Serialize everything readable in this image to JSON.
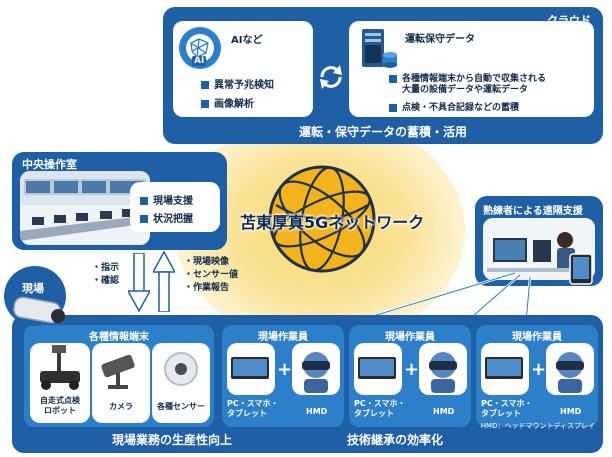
{
  "cloud": {
    "title": "クラウド",
    "ai_badge": "AI",
    "ai_heading": "AIなど",
    "ai_items": [
      "異常予兆検知",
      "画像解析"
    ],
    "data_heading": "運転保守データ",
    "data_items": [
      "各種情報端末から自動で収集される\n大量の設備データや運転データ",
      "点検・不具合記録などの蓄積"
    ],
    "caption": "運転・保守データの蓄積・活用"
  },
  "center": {
    "title": "苫東厚真5Gネットワーク"
  },
  "control_room": {
    "title": "中央操作室",
    "items": [
      "現場支援",
      "状況把握"
    ]
  },
  "site": {
    "badge": "現場",
    "down_list": [
      "指示",
      "確認"
    ],
    "up_list": [
      "現場映像",
      "センサー値",
      "作業報告"
    ],
    "terminals_heading": "各種情報端末",
    "terminals": [
      "自走式点検\nロボット",
      "カメラ",
      "各種センサー"
    ],
    "caption_left": "現場業務の生産性向上",
    "caption_right": "技術継承の効率化"
  },
  "remote": {
    "title": "熟練者による遠隔支援"
  },
  "workers": [
    {
      "title": "現場作業員",
      "device_label": "PC・スマホ・\nタブレット",
      "hmd_label": "HMD"
    },
    {
      "title": "現場作業員",
      "device_label": "PC・スマホ・\nタブレット",
      "hmd_label": "HMD"
    },
    {
      "title": "現場作業員",
      "device_label": "PC・スマホ・\nタブレット",
      "hmd_label": "HMD"
    }
  ],
  "footnote": "HMD：ヘッドマウントディスプレイ",
  "colors": {
    "navy": "#1f5fa5",
    "sky": "#2d7fc9",
    "glow": "#f6d46a",
    "globe": "#f2b31c"
  }
}
